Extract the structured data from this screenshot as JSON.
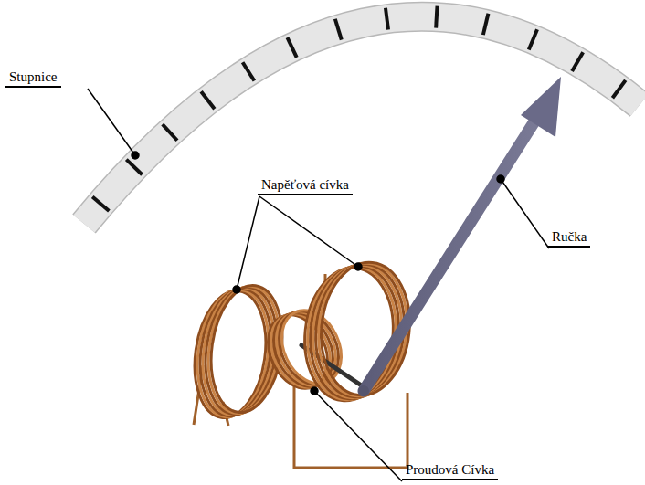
{
  "diagram": {
    "labels": [
      "Stupnice",
      "Napěťová cívka",
      "Ručka",
      "Proudová Cívka"
    ]
  }
}
